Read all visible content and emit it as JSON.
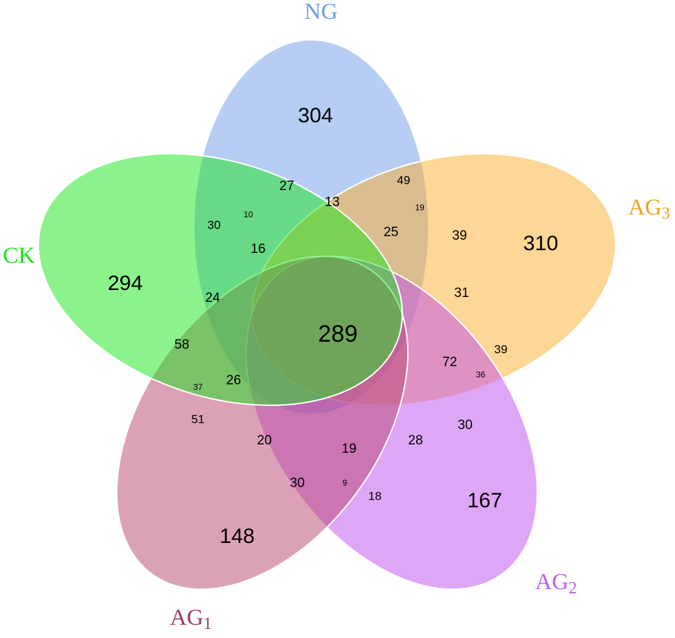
{
  "sets": [
    {
      "id": "NG",
      "label": "NG",
      "sub": "",
      "color": "#6f9be8"
    },
    {
      "id": "AG3",
      "label": "AG",
      "sub": "3",
      "color": "#fdae2b"
    },
    {
      "id": "AG2",
      "label": "AG",
      "sub": "2",
      "color": "#bd4df0"
    },
    {
      "id": "AG1",
      "label": "AG",
      "sub": "1",
      "color": "#b84470"
    },
    {
      "id": "CK",
      "label": "CK",
      "sub": "",
      "color": "#19e619"
    }
  ],
  "label_colors": {
    "NG": "#6f9be8",
    "AG3": "#f0a020",
    "AG2": "#bd5ef0",
    "AG1": "#9b3a5c",
    "CK": "#19e619"
  },
  "regions": [
    {
      "sets": [
        "NG"
      ],
      "value": "304"
    },
    {
      "sets": [
        "AG3"
      ],
      "value": "310"
    },
    {
      "sets": [
        "AG2"
      ],
      "value": "167"
    },
    {
      "sets": [
        "AG1"
      ],
      "value": "148"
    },
    {
      "sets": [
        "CK"
      ],
      "value": "294"
    },
    {
      "sets": [
        "NG",
        "AG3",
        "AG2",
        "AG1",
        "CK"
      ],
      "value": "289"
    },
    {
      "sets": [
        "NG",
        "AG2"
      ],
      "value": "27"
    },
    {
      "sets": [
        "NG",
        "AG3"
      ],
      "value": "49"
    },
    {
      "sets": [
        "NG",
        "CK"
      ],
      "value": "30"
    },
    {
      "sets": [
        "NG",
        "AG2",
        "CK"
      ],
      "value": "10"
    },
    {
      "sets": [
        "NG",
        "AG3",
        "AG2"
      ],
      "value": "13"
    },
    {
      "sets": [
        "NG",
        "AG3",
        "AG1"
      ],
      "value": "19"
    },
    {
      "sets": [
        "AG3",
        "AG1"
      ],
      "value": "39"
    },
    {
      "sets": [
        "NG",
        "AG3",
        "AG2",
        "AG1"
      ],
      "value": "25"
    },
    {
      "sets": [
        "NG",
        "AG2",
        "AG1",
        "CK"
      ],
      "value": "16"
    },
    {
      "sets": [
        "NG",
        "CK",
        "AG1"
      ],
      "value": "24"
    },
    {
      "sets": [
        "CK",
        "AG3"
      ],
      "value": "58"
    },
    {
      "sets": [
        "AG3",
        "AG1",
        "CK"
      ],
      "value": "37"
    },
    {
      "sets": [
        "AG3",
        "AG2",
        "AG1",
        "CK"
      ],
      "value": "26"
    },
    {
      "sets": [
        "AG3",
        "AG1",
        "NG"
      ],
      "value": "31"
    },
    {
      "sets": [
        "NG",
        "AG3",
        "AG1",
        "CK"
      ],
      "value": "72"
    },
    {
      "sets": [
        "AG3",
        "AG2"
      ],
      "value": "39"
    },
    {
      "sets": [
        "AG3",
        "AG2",
        "AG1"
      ],
      "value": "36"
    },
    {
      "sets": [
        "AG2",
        "NG"
      ],
      "value": "30"
    },
    {
      "sets": [
        "CK",
        "AG1"
      ],
      "value": "51"
    },
    {
      "sets": [
        "CK",
        "AG1",
        "AG3"
      ],
      "value": "20"
    },
    {
      "sets": [
        "AG1",
        "AG2",
        "NG",
        "CK"
      ],
      "value": "19"
    },
    {
      "sets": [
        "AG2",
        "AG1",
        "CK",
        "NG"
      ],
      "value": "28"
    },
    {
      "sets": [
        "AG1",
        "AG2"
      ],
      "value": "30"
    },
    {
      "sets": [
        "AG1",
        "AG2",
        "CK"
      ],
      "value": "9"
    },
    {
      "sets": [
        "AG1",
        "AG2",
        "CK",
        "AG3"
      ],
      "value": "18"
    }
  ]
}
